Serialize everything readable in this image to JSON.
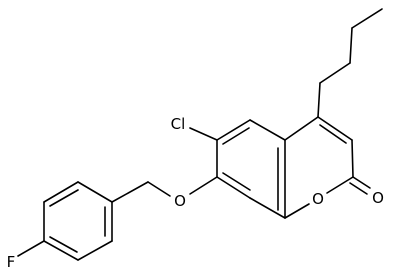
{
  "molecule": {
    "atoms": {
      "cl": "Cl",
      "o_ether": "O",
      "o_ring": "O",
      "o_carbonyl": "O",
      "f": "F"
    }
  }
}
